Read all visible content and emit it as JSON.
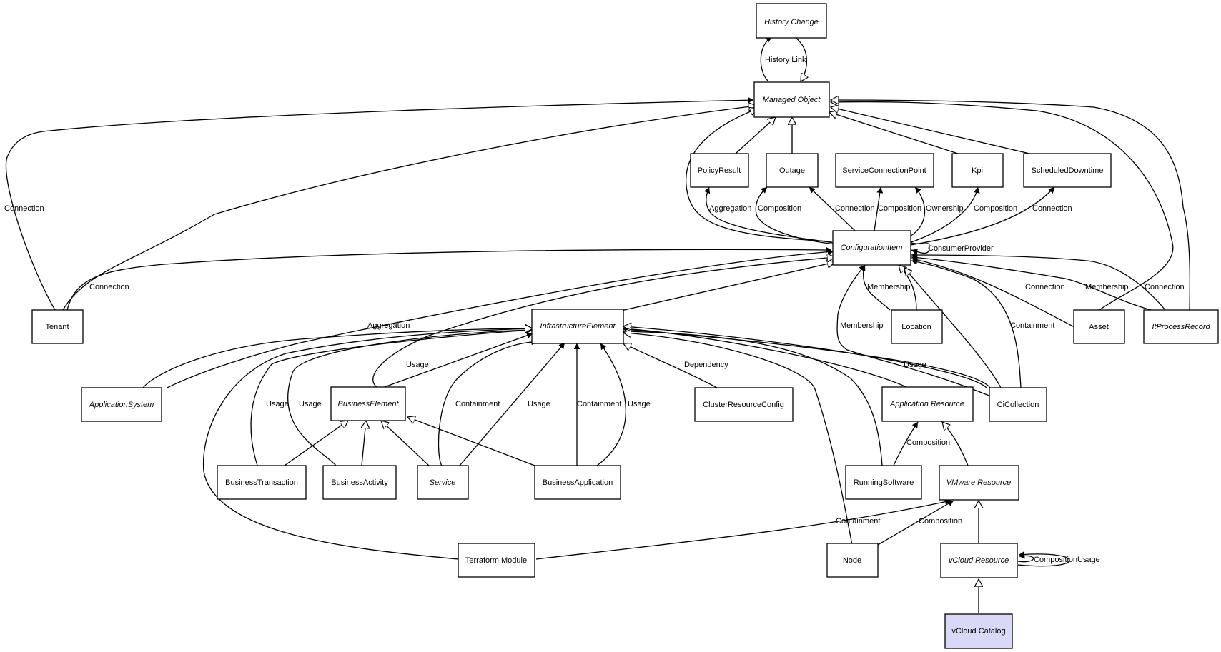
{
  "nodes": {
    "history_change": "History Change",
    "managed_object": "Managed Object",
    "policy_result": "PolicyResult",
    "outage": "Outage",
    "service_connection_point": "ServiceConnectionPoint",
    "kpi": "Kpi",
    "scheduled_downtime": "ScheduledDowntime",
    "configuration_item": "ConfigurationItem",
    "tenant": "Tenant",
    "infrastructure_element": "InfrastructureElement",
    "location": "Location",
    "asset": "Asset",
    "it_process_record": "ItProcessRecord",
    "application_system": "ApplicationSystem",
    "business_element": "BusinessElement",
    "cluster_resource_config": "ClusterResourceConfig",
    "application_resource": "Application Resource",
    "ci_collection": "CiCollection",
    "business_transaction": "BusinessTransaction",
    "business_activity": "BusinessActivity",
    "service": "Service",
    "business_application": "BusinessApplication",
    "running_software": "RunningSoftware",
    "vmware_resource": "VMware Resource",
    "terraform_module": "Terraform Module",
    "node": "Node",
    "vcloud_resource": "vCloud Resource",
    "vcloud_catalog": "vCloud Catalog"
  },
  "labels": {
    "history_link": "History Link",
    "tenant_connection_mo": "Connection",
    "aggregation_policy": "Aggregation",
    "composition_outage": "Composition",
    "connection_outage": "Connection",
    "composition_scp": "Composition",
    "ownership_scp": "Ownership",
    "composition_kpi": "Composition",
    "connection_sd": "Connection",
    "consumer_provider": "ConsumerProvider",
    "tenant_connection_ci": "Connection",
    "membership_location": "Membership",
    "connection_asset": "Connection",
    "membership_itpr": "Membership",
    "connection_itpr": "Connection",
    "aggregation_appsys": "Aggregation",
    "membership_cicoll": "Membership",
    "containment_cicoll": "Containment",
    "usage_cicoll": "Usage",
    "usage_be": "Usage",
    "dependency_crc": "Dependency",
    "usage_bt": "Usage",
    "usage_ba": "Usage",
    "containment_service": "Containment",
    "usage_service": "Usage",
    "containment_bapp": "Containment",
    "usage_bapp": "Usage",
    "composition_rs": "Composition",
    "containment_tm": "Containment",
    "composition_node": "Composition",
    "composition_vcloud": "Composition",
    "usage_vcloud": "Usage"
  },
  "colors": {
    "highlight_fill": "#d9d9f7"
  }
}
